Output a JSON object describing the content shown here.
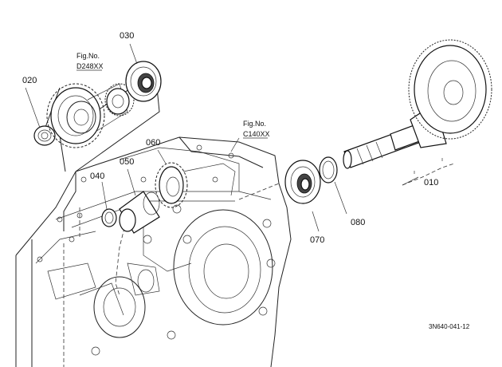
{
  "parts": [
    {
      "id": "p020",
      "label": "020"
    },
    {
      "id": "p030",
      "label": "030"
    },
    {
      "id": "p040",
      "label": "040"
    },
    {
      "id": "p050",
      "label": "050"
    },
    {
      "id": "p060",
      "label": "060"
    },
    {
      "id": "p070",
      "label": "070"
    },
    {
      "id": "p080",
      "label": "080"
    },
    {
      "id": "p010",
      "label": "010"
    }
  ],
  "figure_refs": [
    {
      "id": "ref1",
      "line1": "Fig.No.",
      "line2": "D248XX"
    },
    {
      "id": "ref2",
      "line1": "Fig.No.",
      "line2": "C140XX"
    }
  ],
  "drawing_code": "3N640-041-12"
}
